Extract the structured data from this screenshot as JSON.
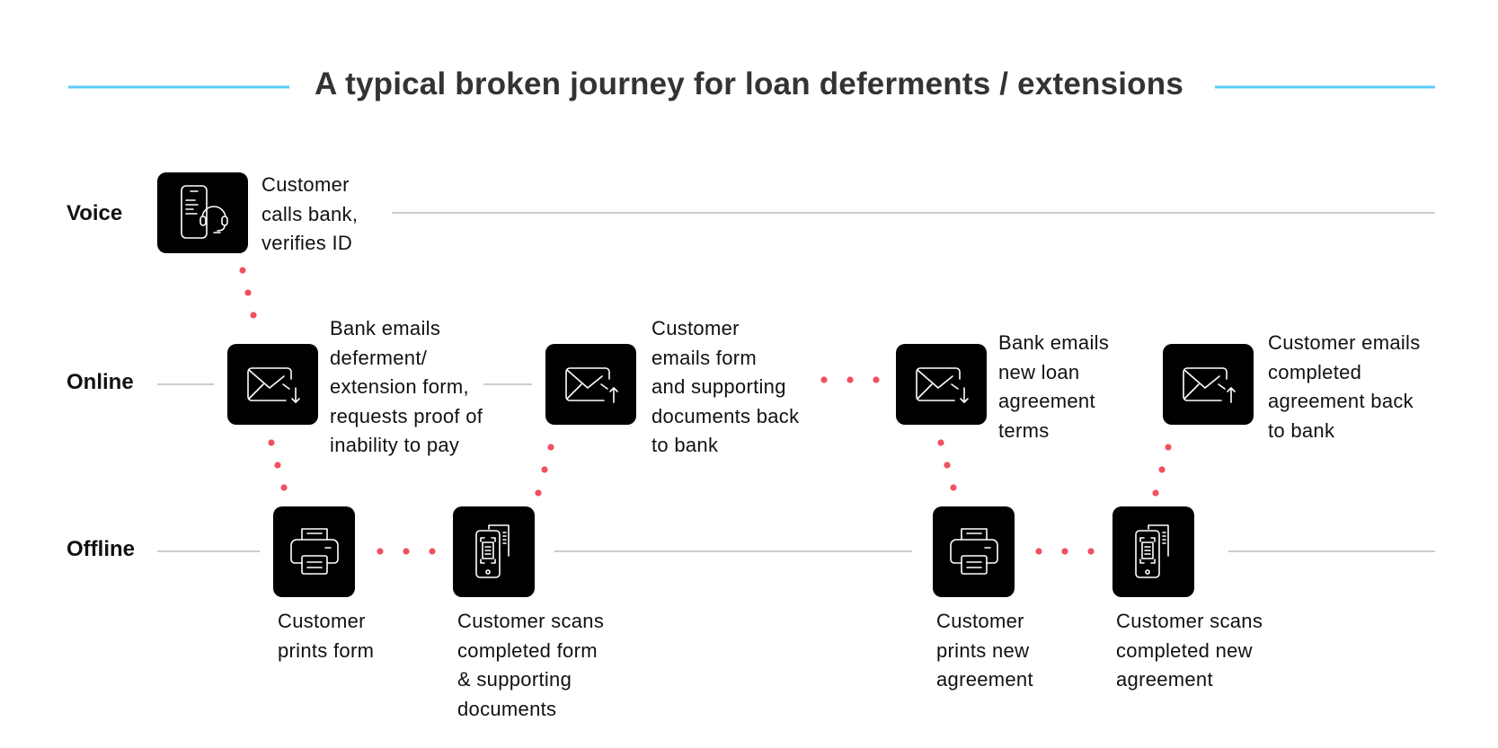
{
  "title": "A typical broken journey for loan deferments / extensions",
  "colors": {
    "accent_line": "#5bcbf5",
    "connector_dots": "#f0505f",
    "lane_line": "#999999",
    "icon_background": "#000000",
    "icon_stroke": "#ffffff",
    "title_text": "#333333"
  },
  "lanes": [
    {
      "id": "voice",
      "label": "Voice"
    },
    {
      "id": "online",
      "label": "Online"
    },
    {
      "id": "offline",
      "label": "Offline"
    }
  ],
  "steps": [
    {
      "id": "call",
      "lane": "voice",
      "icon": "phone-headset-icon",
      "label": "Customer\ncalls bank,\nverifies ID"
    },
    {
      "id": "bank-email-form",
      "lane": "online",
      "icon": "email-receive-icon",
      "label": "Bank emails\ndeferment/\nextension form,\nrequests proof of\ninability to pay"
    },
    {
      "id": "print-form",
      "lane": "offline",
      "icon": "printer-icon",
      "label": "Customer\nprints form"
    },
    {
      "id": "scan-form",
      "lane": "offline",
      "icon": "scanner-icon",
      "label": "Customer scans\ncompleted form\n& supporting\ndocuments"
    },
    {
      "id": "customer-email-form",
      "lane": "online",
      "icon": "email-send-icon",
      "label": "Customer\nemails form\nand supporting\ndocuments back\nto bank"
    },
    {
      "id": "bank-email-terms",
      "lane": "online",
      "icon": "email-receive-icon",
      "label": "Bank emails\nnew loan\nagreement\nterms"
    },
    {
      "id": "print-agreement",
      "lane": "offline",
      "icon": "printer-icon",
      "label": "Customer\nprints new\nagreement"
    },
    {
      "id": "scan-agreement",
      "lane": "offline",
      "icon": "scanner-icon",
      "label": "Customer scans\ncompleted new\nagreement"
    },
    {
      "id": "customer-email-agreement",
      "lane": "online",
      "icon": "email-send-icon",
      "label": "Customer emails\ncompleted\nagreement back\nto bank"
    }
  ]
}
